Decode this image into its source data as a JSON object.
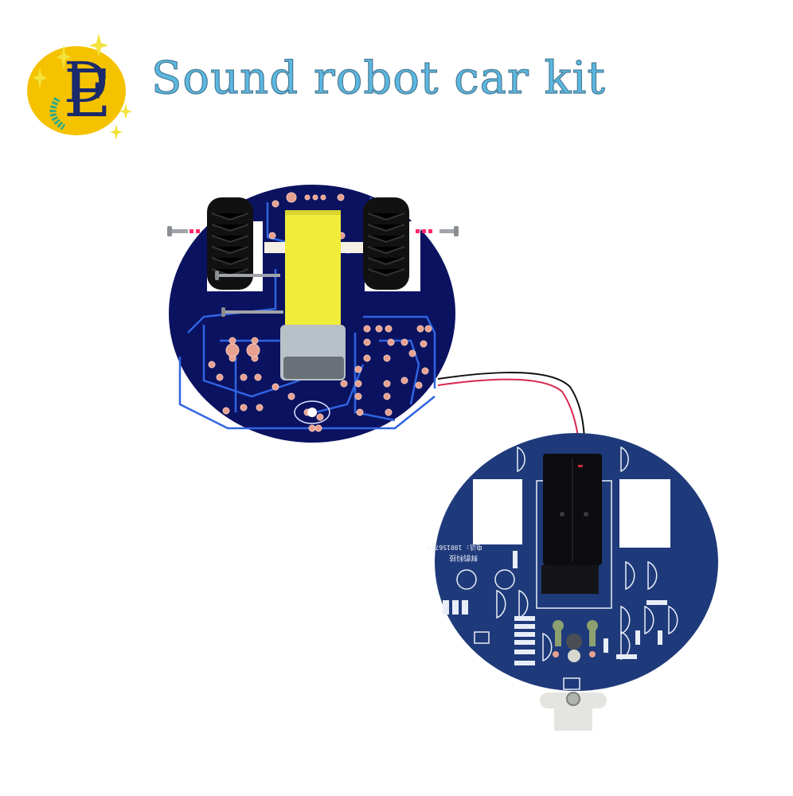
{
  "header": {
    "logo": {
      "letters": "DE",
      "icon": "sparkle-star-icon",
      "bg_color": "#f5c200",
      "letter_color": "#1b2a6b"
    },
    "title": "Sound robot car kit",
    "title_color": "#5bb8e0"
  },
  "images": [
    {
      "name": "assembled-top-view",
      "description": "Blue PCB with two black wheels, yellow gear motor and screws",
      "board_color": "#0b1260",
      "trace_color": "#2f64e0",
      "motor_color": "#f0ec3a"
    },
    {
      "name": "bottom-view",
      "description": "Blue PCB with black 2xAA battery holder, red/black wires, caster wheel",
      "board_color": "#1f3a7a",
      "silkscreen_phone": "电话: 18015670288",
      "silkscreen_brand": "鲜韵科技"
    }
  ]
}
